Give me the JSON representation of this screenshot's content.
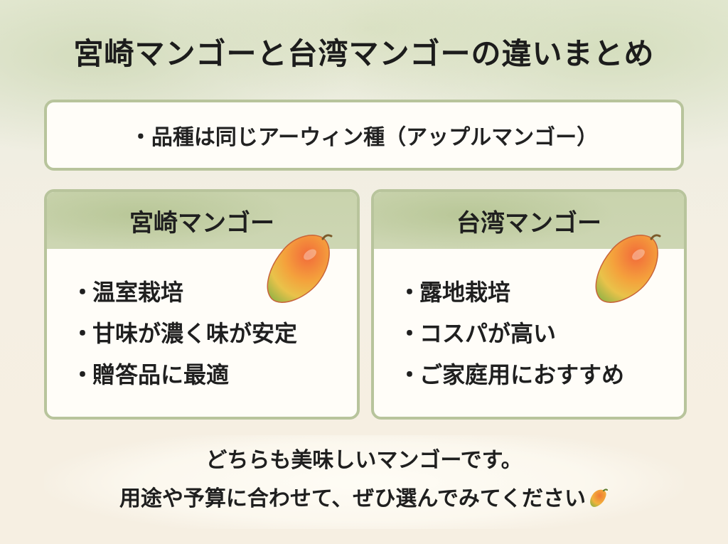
{
  "title": "宮崎マンゴーと台湾マンゴーの違いまとめ",
  "variety": "・品種は同じアーウィン種（アップルマンゴー）",
  "cards": [
    {
      "heading": "宮崎マンゴー",
      "items": [
        "温室栽培",
        "甘味が濃く味が安定",
        "贈答品に最適"
      ]
    },
    {
      "heading": "台湾マンゴー",
      "items": [
        "露地栽培",
        "コスパが高い",
        "ご家庭用におすすめ"
      ]
    }
  ],
  "bullet": "・",
  "message": {
    "line1": "どちらも美味しいマンゴーです。",
    "line2": "用途や予算に合わせて、ぜひ選んでみてください"
  },
  "icons": {
    "card_mango": "mango-icon",
    "message_mango": "mango-emoji-icon"
  },
  "colors": {
    "border": "#b8c49c",
    "header_bg": "#c9d3ad",
    "mango_orange": "#f08a3c",
    "mango_green": "#a6b84a"
  }
}
